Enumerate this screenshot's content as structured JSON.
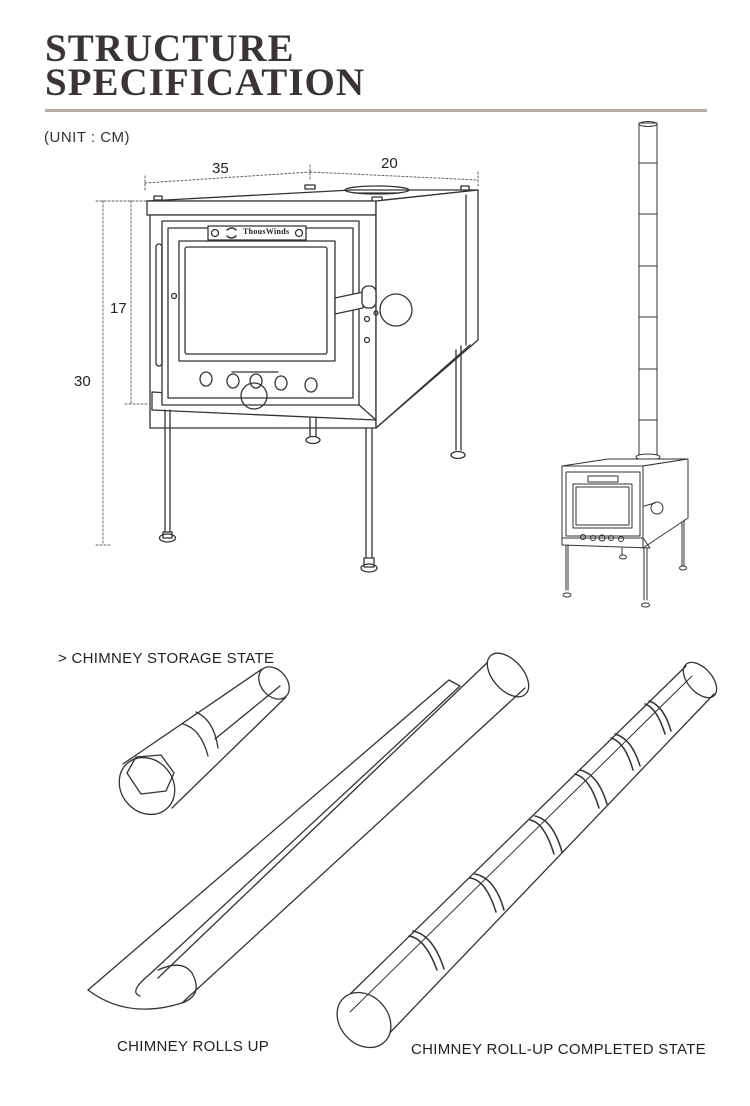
{
  "header": {
    "title_line1": "STRUCTURE",
    "title_line2": "SPECIFICATION",
    "unit_note": "(UNIT : CM)"
  },
  "dimensions": {
    "depth": "35",
    "width": "20",
    "body_height": "17",
    "total_height": "30"
  },
  "stove": {
    "brand_plate": "ThousWinds"
  },
  "captions": {
    "storage_state": "> CHIMNEY STORAGE STATE",
    "rolls_up": "CHIMNEY ROLLS UP",
    "completed_state": "CHIMNEY ROLL-UP COMPLETED STATE"
  }
}
